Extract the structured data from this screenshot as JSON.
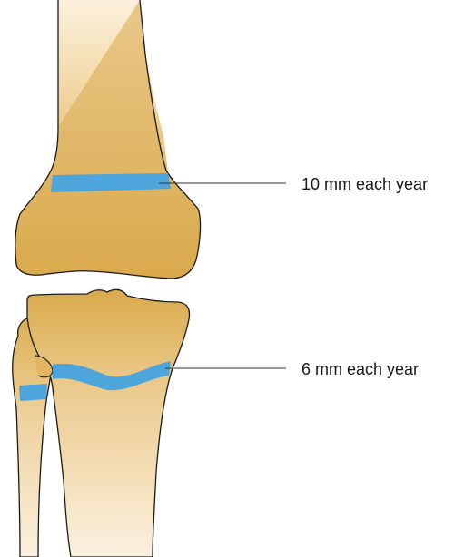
{
  "growth_plates": [
    {
      "id": "distal-femur",
      "label": "10 mm each year"
    },
    {
      "id": "proximal-tibia",
      "label": "6 mm each year"
    }
  ],
  "colors": {
    "bone_light": "#f7e6c8",
    "bone_mid": "#ecc98a",
    "bone_dark": "#d7a849",
    "growth_plate": "#4ea5dc",
    "outline": "#1a1a1a",
    "leader_line": "#333333"
  }
}
